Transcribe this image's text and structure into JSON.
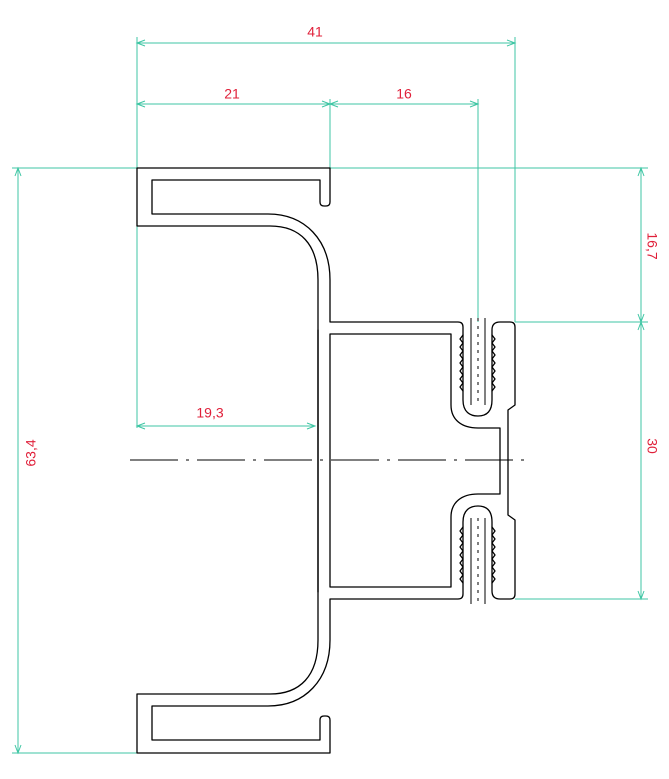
{
  "drawing": {
    "dimensions": {
      "overall_width": "41",
      "upper_left_width": "21",
      "upper_right_width": "16",
      "inner_width": "19,3",
      "overall_height": "63,4",
      "top_offset_height": "16,7",
      "groove_height": "30"
    },
    "colors": {
      "dimension_line": "#3fc6a4",
      "dimension_text": "#e0203a",
      "profile_line": "#000000"
    }
  }
}
